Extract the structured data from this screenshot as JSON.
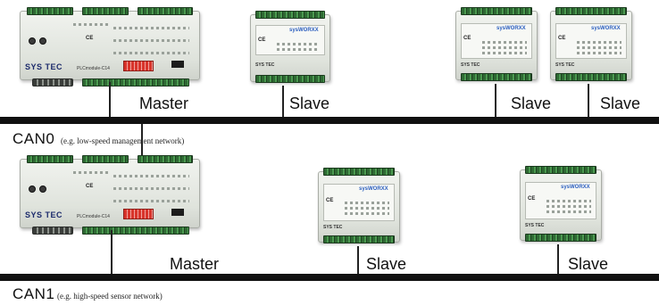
{
  "buses": [
    {
      "name": "CAN0",
      "description": "(e.g. low-speed management network)",
      "devices": [
        {
          "role": "Master",
          "kind": "plc",
          "brand": "SYS TEC",
          "model": "PLCmodule-C14",
          "mark": "CE"
        },
        {
          "role": "Slave",
          "kind": "io",
          "brand": "SYS TEC",
          "product": "sysWORXX",
          "mark": "CE"
        },
        {
          "role": "Slave",
          "kind": "io",
          "brand": "SYS TEC",
          "product": "sysWORXX",
          "mark": "CE"
        },
        {
          "role": "Slave",
          "kind": "io",
          "brand": "SYS TEC",
          "product": "sysWORXX",
          "mark": "CE"
        }
      ]
    },
    {
      "name": "CAN1",
      "description": "(e.g. high-speed sensor network)",
      "devices": [
        {
          "role": "Master",
          "kind": "plc",
          "brand": "SYS TEC",
          "model": "PLCmodule-C14",
          "mark": "CE"
        },
        {
          "role": "Slave",
          "kind": "io",
          "brand": "SYS TEC",
          "product": "sysWORXX",
          "mark": "CE"
        },
        {
          "role": "Slave",
          "kind": "io",
          "brand": "SYS TEC",
          "product": "sysWORXX",
          "mark": "CE"
        }
      ]
    }
  ],
  "colors": {
    "bus_line": "#111111",
    "terminal_green": "#2f6a34",
    "dip_switch_red": "#d8342b",
    "brand_blue": "#1b2a6b",
    "module_body": "#e3e6e0"
  }
}
